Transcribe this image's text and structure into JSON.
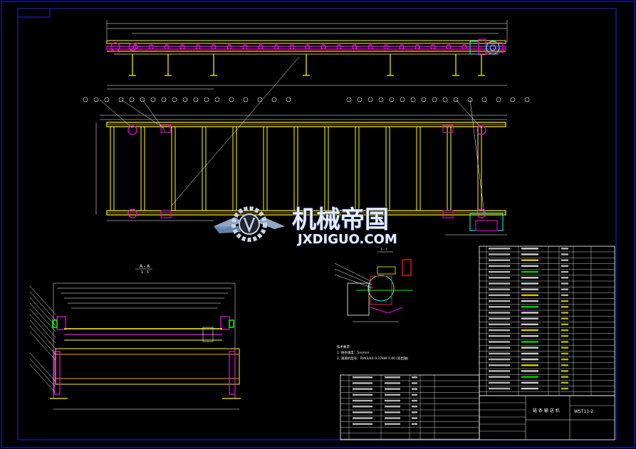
{
  "drawing": {
    "section_label": "A - A",
    "section_scale": "1 : 5",
    "detail_label": "I - I",
    "title_block_name": "链 条 输 送 机",
    "drawing_number": "WST11-2",
    "notes_heading": "技术要求",
    "notes": [
      "1. 链条速度：5m/min",
      "2. 减速机型号：RV63/40 0.37KW  1:40  (双出轴)"
    ]
  },
  "watermark": {
    "cn": "机械帝国",
    "en": "JXDIGUO.COM"
  },
  "colors": {
    "frame": "#2222ff",
    "yellow": "#ffff00",
    "magenta": "#ff00ff",
    "white": "#ffffff",
    "cyan": "#00ffff",
    "green": "#00ff00",
    "red": "#ff2020",
    "orange": "#ffa000"
  }
}
